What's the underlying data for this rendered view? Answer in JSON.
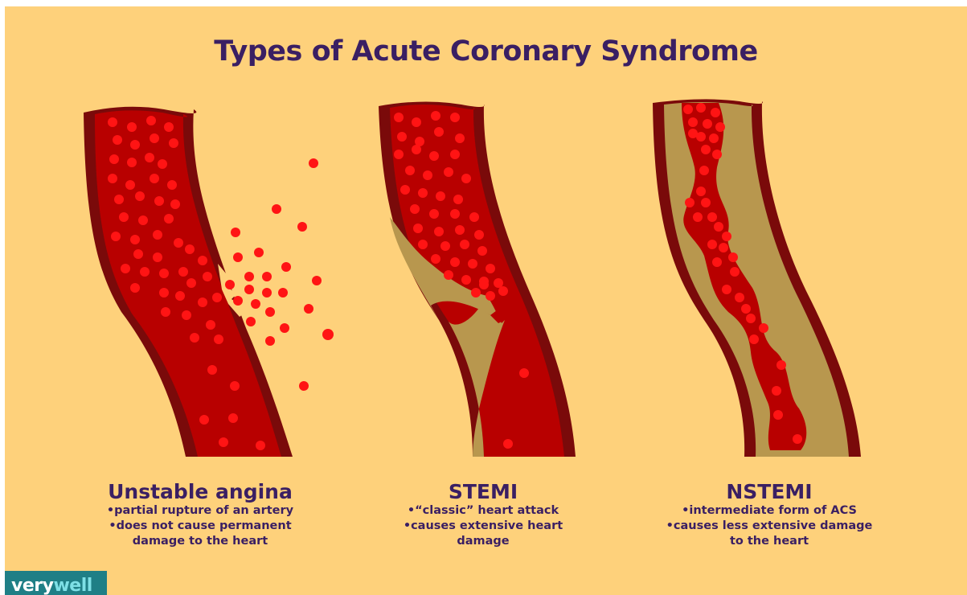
{
  "title": "Types of Acute Coronary Syndrome",
  "colors": {
    "background": "#fed17b",
    "title_text": "#3a1f63",
    "artery_wall": "#7a0a0a",
    "blood": "#b80000",
    "blood_cell": "#ff1414",
    "plaque": "#b8974e",
    "logo_bg": "#1f7f86"
  },
  "panels": [
    {
      "name": "Unstable angina",
      "bullets": [
        "•partial rupture of an artery",
        "•does not cause permanent",
        "damage to the heart"
      ]
    },
    {
      "name": "STEMI",
      "bullets": [
        "•“classic” heart attack",
        "•causes extensive heart",
        "damage"
      ]
    },
    {
      "name": "NSTEMI",
      "bullets": [
        "•intermediate form of ACS",
        "•causes less extensive damage",
        "to the heart"
      ]
    }
  ],
  "logo": {
    "part1": "very",
    "part2": "well"
  }
}
